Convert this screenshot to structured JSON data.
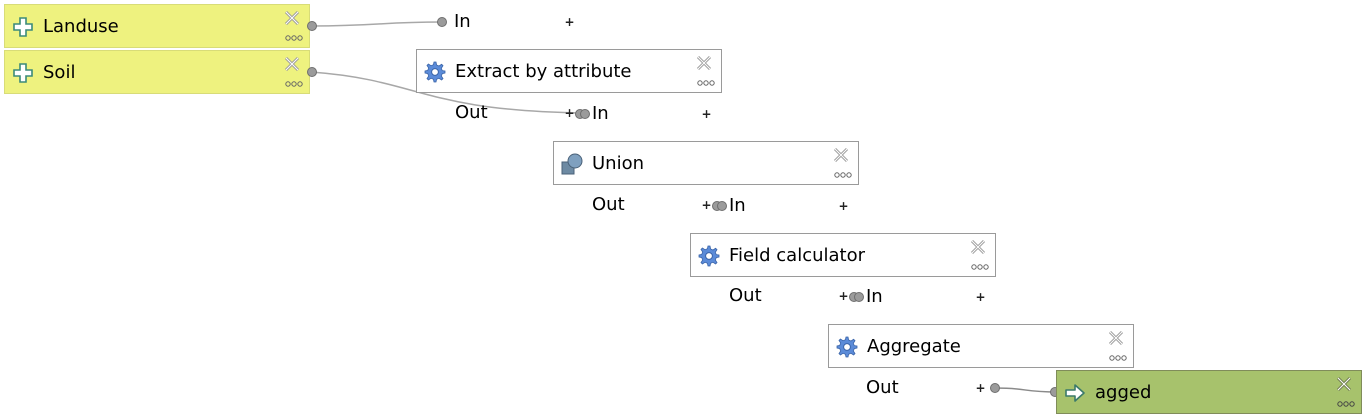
{
  "canvas": {
    "inputs": [
      {
        "label": "Landuse",
        "icon": "plus-icon"
      },
      {
        "label": "Soil",
        "icon": "plus-icon"
      }
    ],
    "algorithms": [
      {
        "label": "Extract by attribute",
        "icon": "gear-icon",
        "in_label": "In",
        "out_label": "Out"
      },
      {
        "label": "Union",
        "icon": "shapes-icon",
        "in_label": "In",
        "out_label": "Out"
      },
      {
        "label": "Field calculator",
        "icon": "gear-icon",
        "in_label": "In",
        "out_label": "Out"
      },
      {
        "label": "Aggregate",
        "icon": "gear-icon",
        "in_label": "In",
        "out_label": "Out"
      }
    ],
    "output": {
      "label": "agged",
      "icon": "output-arrow-icon"
    },
    "plus_symbol": "+",
    "colors": {
      "input_bg": "#eef27f",
      "output_bg": "#a7c26c",
      "gear_blue": "#5b8bd8",
      "wire": "#a8a8a8"
    }
  }
}
